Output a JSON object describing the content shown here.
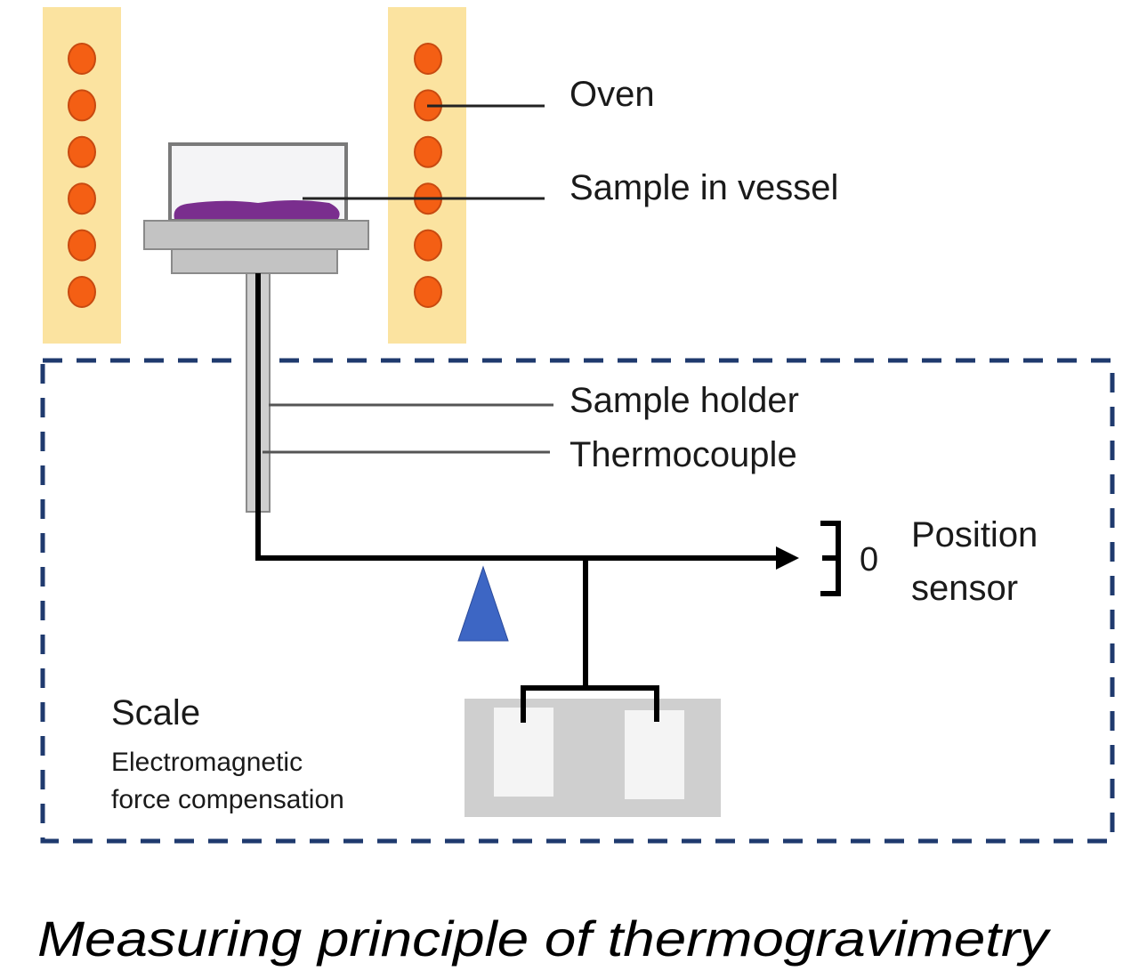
{
  "labels": {
    "oven": "Oven",
    "sample_in_vessel": "Sample in vessel",
    "sample_holder": "Sample holder",
    "thermocouple": "Thermocouple",
    "position_zero": "0",
    "position_sensor_line1": "Position",
    "position_sensor_line2": "sensor",
    "scale_title": "Scale",
    "scale_sub_line1": "Electromagnetic",
    "scale_sub_line2": "force compensation"
  },
  "caption": "Measuring principle of thermogravimetry",
  "colors": {
    "oven_wall": "#fbe3a0",
    "heater_dot": "#f45f14",
    "heater_dot_stroke": "#c84a10",
    "vessel_stroke": "#7a7a7a",
    "platform": "#c3c3c3",
    "sample": "#7a2e8e",
    "dashed_box": "#1f3a6e",
    "fulcrum": "#3d66c4",
    "magnet_block": "#cfcfcf",
    "line": "#000000"
  },
  "oven": {
    "heater_count_per_side": 6
  }
}
